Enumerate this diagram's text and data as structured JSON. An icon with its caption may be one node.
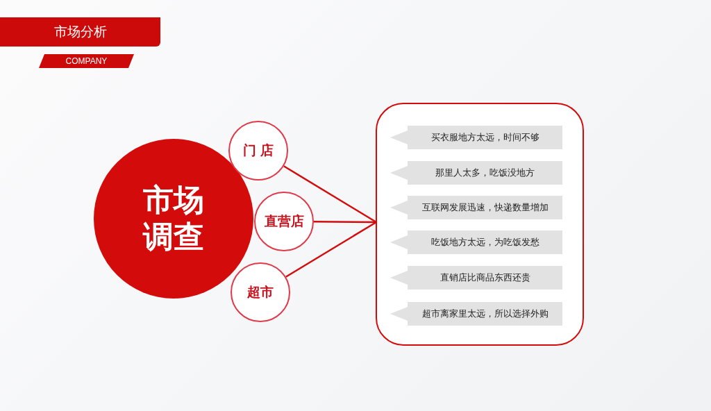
{
  "diagram": {
    "title": "市场分析",
    "nodes": [
      {
        "text": [
          "市场调查"
        ]
      },
      {
        "text": [
          "门 店"
        ]
      },
      {
        "text": [
          "直营店"
        ]
      },
      {
        "text": [
          "超市"
        ]
      },
      {
        "text": [],
        "shape": "box"
      },
      {
        "text": [
          "买衣服地方太远，时间不够"
        ],
        "in": 4
      },
      {
        "text": [
          "那里人太多，吃饭没地方"
        ],
        "in": 4
      },
      {
        "text": [
          "互联网发展迅速，快递数量增加"
        ],
        "in": 4
      },
      {
        "text": [
          "吃饭地方太远，为吃饭发愁"
        ],
        "in": 4
      },
      {
        "text": [
          "直销店比商品东西还贵"
        ],
        "in": 4
      },
      {
        "text": [
          "超市离家里太远，所以选择外购"
        ],
        "in": 4
      }
    ],
    "edges": [
      {
        "from": 1,
        "to": 4,
        "arrow": "none"
      },
      {
        "from": 2,
        "to": 4,
        "arrow": "none"
      },
      {
        "from": 3,
        "to": 4,
        "arrow": "none"
      }
    ],
    "labels": [
      "COMPANY"
    ]
  }
}
